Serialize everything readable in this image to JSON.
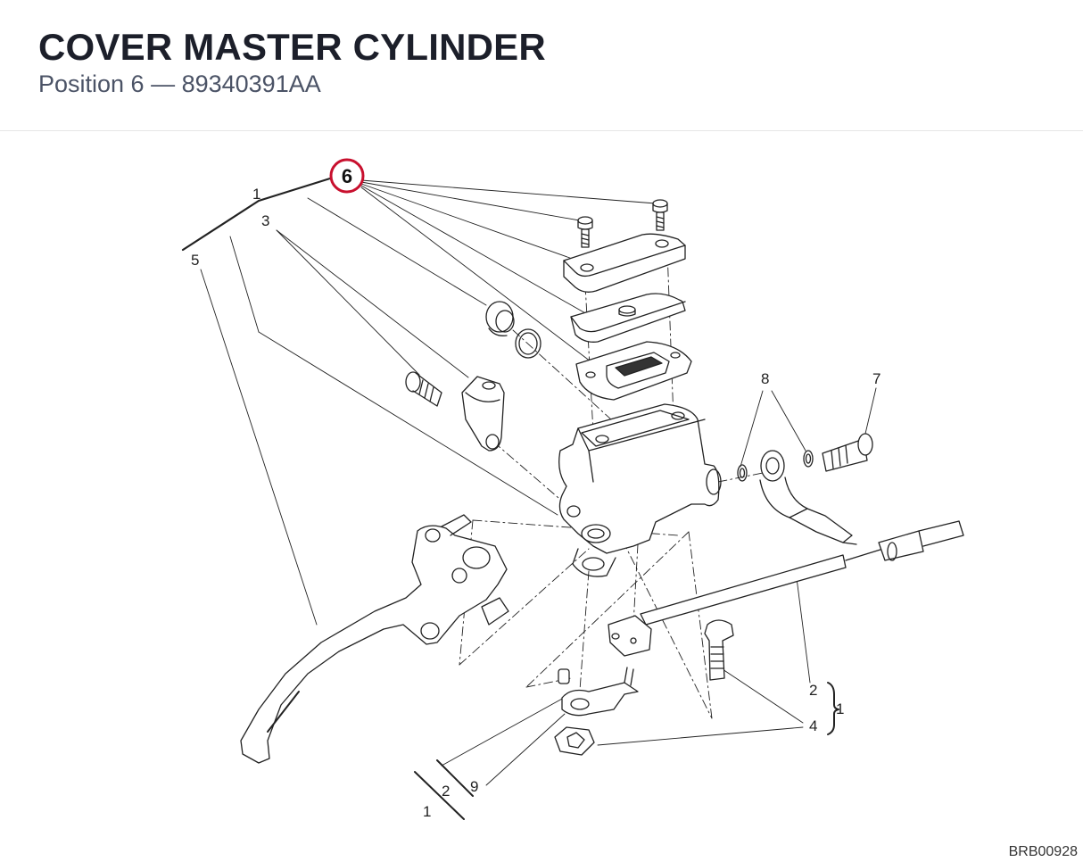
{
  "header": {
    "title": "COVER MASTER CYLINDER",
    "subtitle": "Position 6 — 89340391AA"
  },
  "highlight": {
    "label": "6",
    "color": "#c8102e"
  },
  "callouts": {
    "c1a": "1",
    "c3": "3",
    "c5": "5",
    "c8": "8",
    "c7": "7",
    "c2a": "2",
    "c1b": "1",
    "c4": "4",
    "c9": "9",
    "c2b": "2",
    "c1c": "1"
  },
  "reference_code": "BRB00928"
}
